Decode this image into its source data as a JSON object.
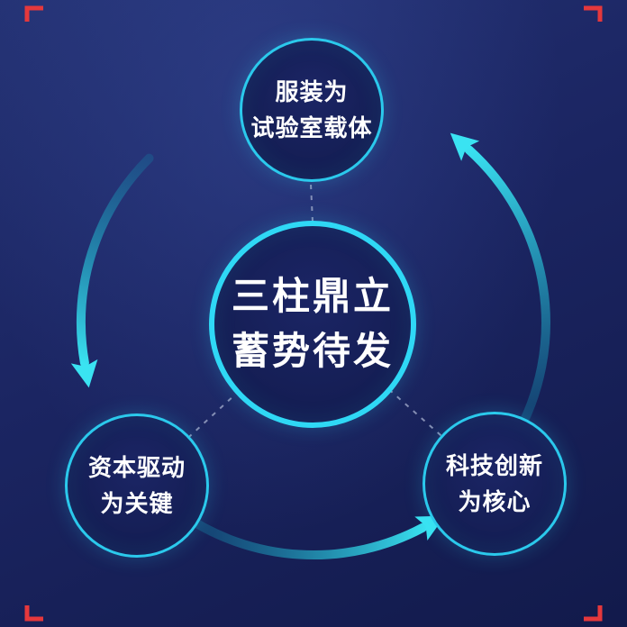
{
  "page": {
    "background_start": "#243274",
    "background_end": "#121a4b",
    "corner_mark_color": "#e5383c"
  },
  "diagram": {
    "center_node": {
      "line1": "三柱鼎立",
      "line2": "蓄势待发"
    },
    "satellite_nodes": [
      {
        "position": "top",
        "line1": "服装为",
        "line2": "试验室载体"
      },
      {
        "position": "bottom-left",
        "line1": "资本驱动",
        "line2": "为关键"
      },
      {
        "position": "bottom-right",
        "line1": "科技创新",
        "line2": "为核心"
      }
    ],
    "flow": {
      "direction": "counterclockwise",
      "arrow_color_bright": "#3ae3f2",
      "arrow_color_dim": "#0f89ab"
    },
    "connectors": {
      "style": "dashed",
      "color": "#97a0c2"
    },
    "accent_color": "#2fd8f5",
    "text_color": "#ffffff"
  }
}
